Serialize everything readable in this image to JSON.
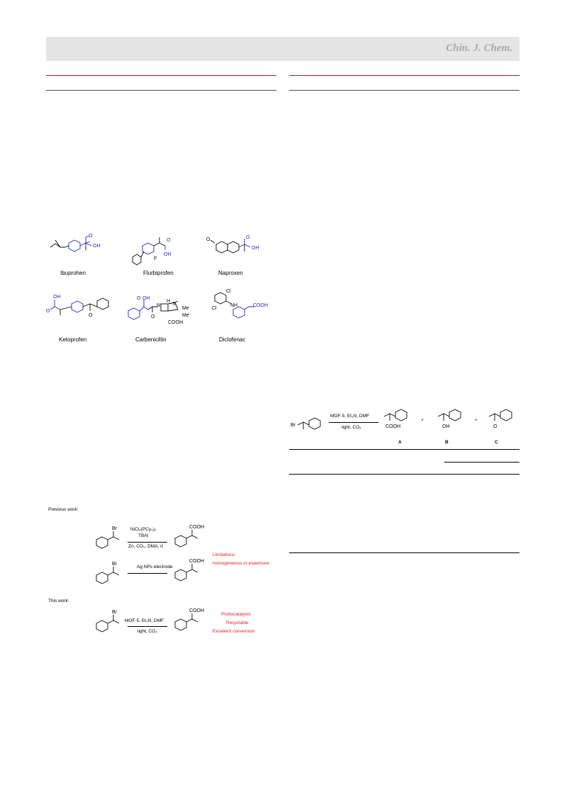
{
  "header": {
    "journal": "Chin. J. Chem."
  },
  "fig1": {
    "drugs": [
      "Ibuprohen",
      "Flurbiprofen",
      "Naproxen",
      "Ketoprofen",
      "Carbenicillin",
      "Diclofenac"
    ],
    "atoms": {
      "oh": "OH",
      "o": "O",
      "f": "F",
      "cl": "Cl",
      "nh": "NH",
      "h": "H",
      "s": "S",
      "me": "Me",
      "n": "N",
      "cooh": "COOH"
    }
  },
  "scheme": {
    "previous_label": "Previous work:",
    "this_label": "This work:",
    "br": "Br",
    "cooh": "COOH",
    "cond1_line1": "NiCl₂(PCy₃)₂",
    "cond1_line2": "TBAI",
    "cond1_line3": "Zn, CO₂, DMA, rt",
    "cond2": "Ag NPs electrode",
    "limitations_1": "Limitations:",
    "limitations_2": "homogeneous or expensive",
    "cond3_line1": "MOF-5, Et₃N, DMF",
    "cond3_line2": "light, CO₂",
    "adv_1": "Photocatalysis",
    "adv_2": "Recyclable",
    "adv_3": "Excellent conversion"
  },
  "table_scheme": {
    "br": "Br",
    "cond_line1": "MOF-5, Et₃N, DMF",
    "cond_line2": "light, CO₂",
    "plus": "+",
    "cooh": "COOH",
    "oh": "OH",
    "o": "O",
    "A": "A",
    "B": "B",
    "C": "C"
  }
}
